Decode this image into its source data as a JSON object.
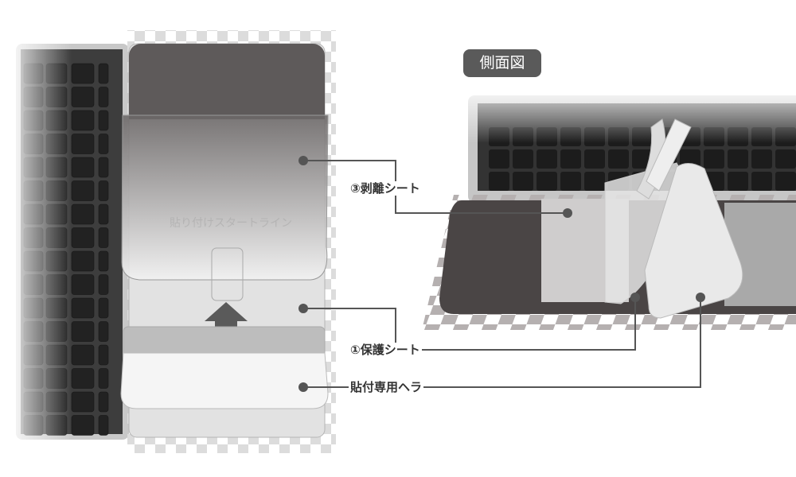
{
  "badge": {
    "side_view": "側面図"
  },
  "sheet": {
    "start_line_text": "貼り付けスタートライン"
  },
  "labels": {
    "release_sheet": "③剥離シート",
    "protective_sheet": "①保護シート",
    "spatula": "貼付専用ヘラ"
  },
  "colors": {
    "callout": "#555555",
    "dark_base": "#4a4545",
    "checker": "#d9d9d9"
  }
}
